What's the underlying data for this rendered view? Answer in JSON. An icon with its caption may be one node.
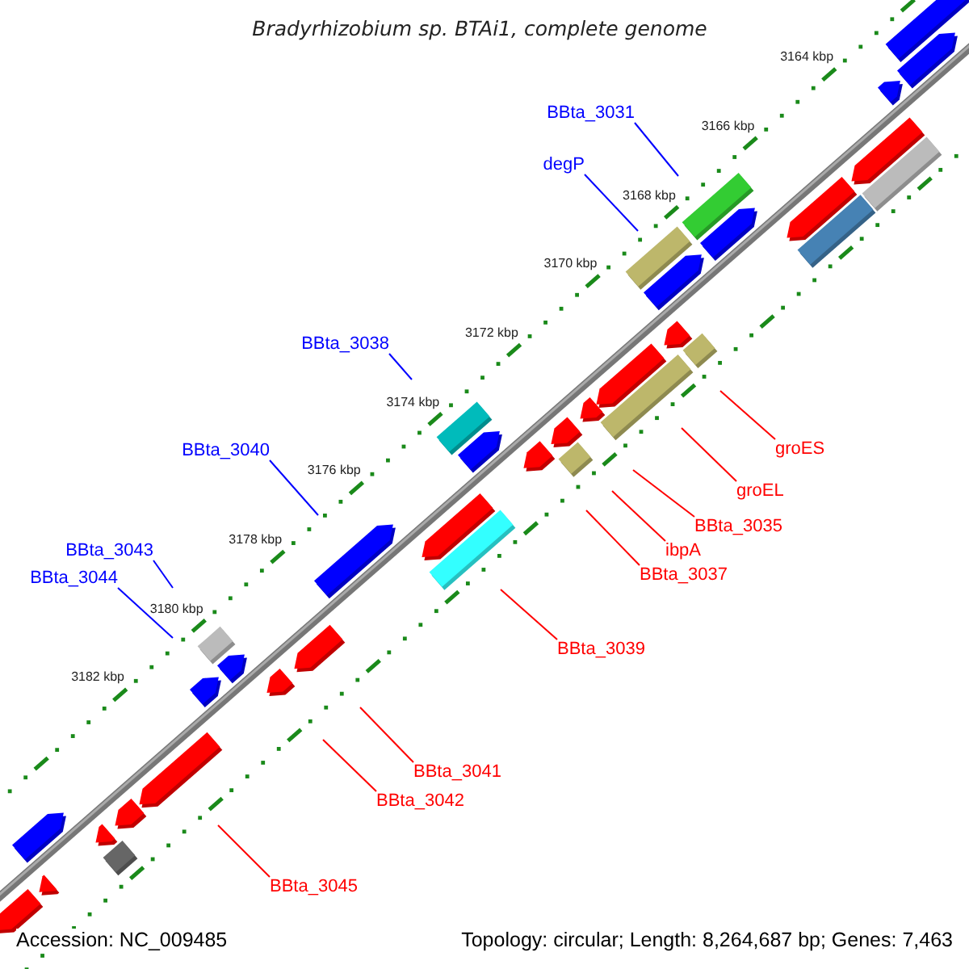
{
  "diagram": {
    "title": "Bradyrhizobium sp. BTAi1, complete genome",
    "nodes": [
      {
        "text": [
          "BBta_3031"
        ]
      },
      {
        "text": [
          "degP"
        ]
      },
      {
        "text": [
          "BBta_3038"
        ]
      },
      {
        "text": [
          "groES"
        ]
      },
      {
        "text": [
          "BBta_3040"
        ]
      },
      {
        "text": [
          "groEL"
        ]
      },
      {
        "text": [
          "BBta_3035"
        ]
      },
      {
        "text": [
          "ibpA"
        ]
      },
      {
        "text": [
          "BBta_3043"
        ]
      },
      {
        "text": [
          "BBta_3037"
        ]
      },
      {
        "text": [
          "BBta_3044"
        ]
      },
      {
        "text": [
          "BBta_3039"
        ]
      },
      {
        "text": [
          "BBta_3041"
        ]
      },
      {
        "text": [
          "BBta_3042"
        ]
      },
      {
        "text": [
          "BBta_3045"
        ]
      }
    ],
    "edges": [
      {
        "from": 0,
        "to": null,
        "arrow": "none",
        "color": "#0000ff"
      },
      {
        "from": 1,
        "to": null,
        "arrow": "none",
        "color": "#0000ff"
      },
      {
        "from": 2,
        "to": null,
        "arrow": "none",
        "color": "#0000ff"
      },
      {
        "from": 3,
        "to": null,
        "arrow": "none"
      },
      {
        "from": 4,
        "to": null,
        "arrow": "none",
        "color": "#0000ff"
      },
      {
        "from": 5,
        "to": null,
        "arrow": "none"
      },
      {
        "from": 6,
        "to": null,
        "arrow": "none"
      },
      {
        "from": 7,
        "to": null,
        "arrow": "none"
      },
      {
        "from": 8,
        "to": null,
        "arrow": "none",
        "color": "#0000ff"
      },
      {
        "from": 9,
        "to": null,
        "arrow": "none"
      },
      {
        "from": 10,
        "to": null,
        "arrow": "none",
        "color": "#0000ff"
      },
      {
        "from": 11,
        "to": null,
        "arrow": "none"
      },
      {
        "from": 12,
        "to": null,
        "arrow": "none"
      },
      {
        "from": 13,
        "to": null,
        "arrow": "none"
      },
      {
        "from": 14,
        "to": null,
        "arrow": "none"
      }
    ],
    "labels": [
      "3164 kbp",
      "3166 kbp",
      "3168 kbp",
      "3170 kbp",
      "3172 kbp",
      "3174 kbp",
      "3176 kbp",
      "3178 kbp",
      "3180 kbp",
      "3182 kbp",
      "Accession: NC_009485",
      "Topology: circular; Length: 8,264,687 bp; Genes: 7,463"
    ]
  }
}
